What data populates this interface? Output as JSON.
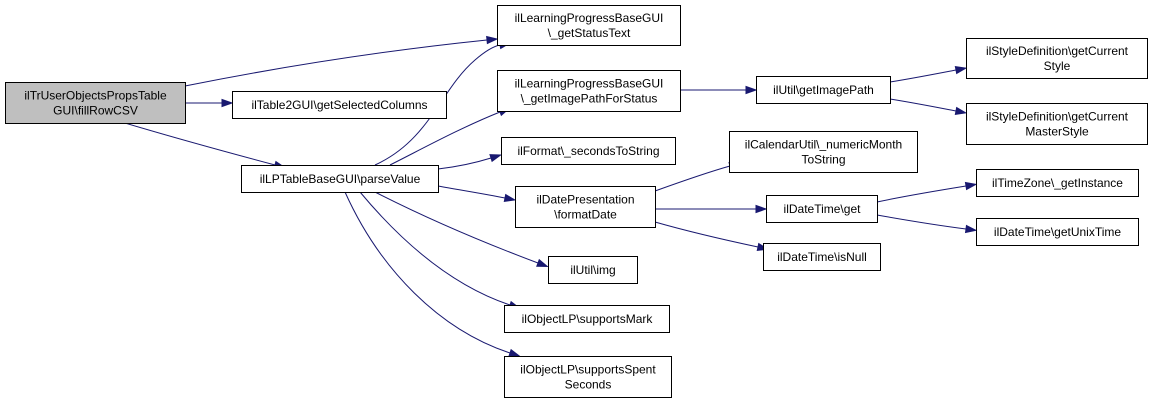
{
  "diagram": {
    "type": "call-graph",
    "colors": {
      "edge": "#191970",
      "root_fill": "#bfbfbf",
      "node_fill": "#ffffff",
      "node_border": "#000000"
    },
    "nodes": [
      {
        "id": "root",
        "lines": [
          "ilTrUserObjectsPropsTable",
          "GUI\\fillRowCSV"
        ],
        "root": true
      },
      {
        "id": "lpStatusText",
        "lines": [
          "ilLearningProgressBaseGUI",
          "\\_getStatusText"
        ]
      },
      {
        "id": "table2",
        "lines": [
          "ilTable2GUI\\getSelectedColumns"
        ]
      },
      {
        "id": "lpImagePath",
        "lines": [
          "ilLearningProgressBaseGUI",
          "\\_getImagePathForStatus"
        ]
      },
      {
        "id": "utilImagePath",
        "lines": [
          "ilUtil\\getImagePath"
        ]
      },
      {
        "id": "styleCurrent",
        "lines": [
          "ilStyleDefinition\\getCurrent",
          "Style"
        ]
      },
      {
        "id": "styleMaster",
        "lines": [
          "ilStyleDefinition\\getCurrent",
          "MasterStyle"
        ]
      },
      {
        "id": "parseValue",
        "lines": [
          "ilLPTableBaseGUI\\parseValue"
        ]
      },
      {
        "id": "formatSeconds",
        "lines": [
          "ilFormat\\_secondsToString"
        ]
      },
      {
        "id": "calendarUtil",
        "lines": [
          "ilCalendarUtil\\_numericMonth",
          "ToString"
        ]
      },
      {
        "id": "formatDate",
        "lines": [
          "ilDatePresentation",
          "\\formatDate"
        ]
      },
      {
        "id": "dateGet",
        "lines": [
          "ilDateTime\\get"
        ]
      },
      {
        "id": "tzInstance",
        "lines": [
          "ilTimeZone\\_getInstance"
        ]
      },
      {
        "id": "unixTime",
        "lines": [
          "ilDateTime\\getUnixTime"
        ]
      },
      {
        "id": "isNull",
        "lines": [
          "ilDateTime\\isNull"
        ]
      },
      {
        "id": "utilImg",
        "lines": [
          "ilUtil\\img"
        ]
      },
      {
        "id": "supportsMark",
        "lines": [
          "ilObjectLP\\supportsMark"
        ]
      },
      {
        "id": "supportsSpent",
        "lines": [
          "ilObjectLP\\supportsSpent",
          "Seconds"
        ]
      }
    ],
    "edges": [
      {
        "from": "root",
        "to": "lpStatusText"
      },
      {
        "from": "root",
        "to": "table2"
      },
      {
        "from": "root",
        "to": "parseValue"
      },
      {
        "from": "parseValue",
        "to": "lpStatusText"
      },
      {
        "from": "parseValue",
        "to": "lpImagePath"
      },
      {
        "from": "parseValue",
        "to": "formatSeconds"
      },
      {
        "from": "parseValue",
        "to": "formatDate"
      },
      {
        "from": "parseValue",
        "to": "utilImg"
      },
      {
        "from": "parseValue",
        "to": "supportsMark"
      },
      {
        "from": "parseValue",
        "to": "supportsSpent"
      },
      {
        "from": "lpImagePath",
        "to": "utilImagePath"
      },
      {
        "from": "utilImagePath",
        "to": "styleCurrent"
      },
      {
        "from": "utilImagePath",
        "to": "styleMaster"
      },
      {
        "from": "formatDate",
        "to": "calendarUtil"
      },
      {
        "from": "formatDate",
        "to": "dateGet"
      },
      {
        "from": "formatDate",
        "to": "isNull"
      },
      {
        "from": "dateGet",
        "to": "tzInstance"
      },
      {
        "from": "dateGet",
        "to": "unixTime"
      }
    ]
  }
}
